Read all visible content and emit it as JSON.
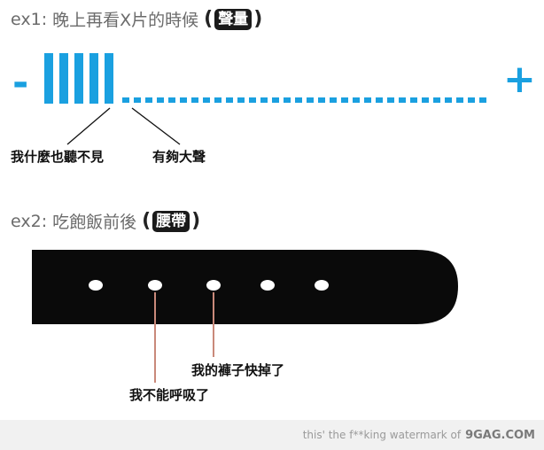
{
  "ex1": {
    "prefix": "ex1:",
    "text": "晚上再看X片的時候",
    "open_paren": "(",
    "badge": "聲量",
    "close_paren": ")",
    "minus": "-",
    "plus": "+",
    "label_left": "我什麼也聽不見",
    "label_right": "有夠大聲"
  },
  "ex2": {
    "prefix": "ex2:",
    "text": "吃飽飯前後",
    "open_paren": "(",
    "badge": "腰帶",
    "close_paren": ")",
    "label_upper": "我的褲子快掉了",
    "label_lower": "我不能呼吸了"
  },
  "footer": {
    "watermark_text": "this' the f**king watermark of",
    "brand": "9GAG.COM"
  },
  "colors": {
    "accent": "#1aa0e0",
    "belt": "#0a0a0a",
    "pointer": "#c9897a"
  }
}
